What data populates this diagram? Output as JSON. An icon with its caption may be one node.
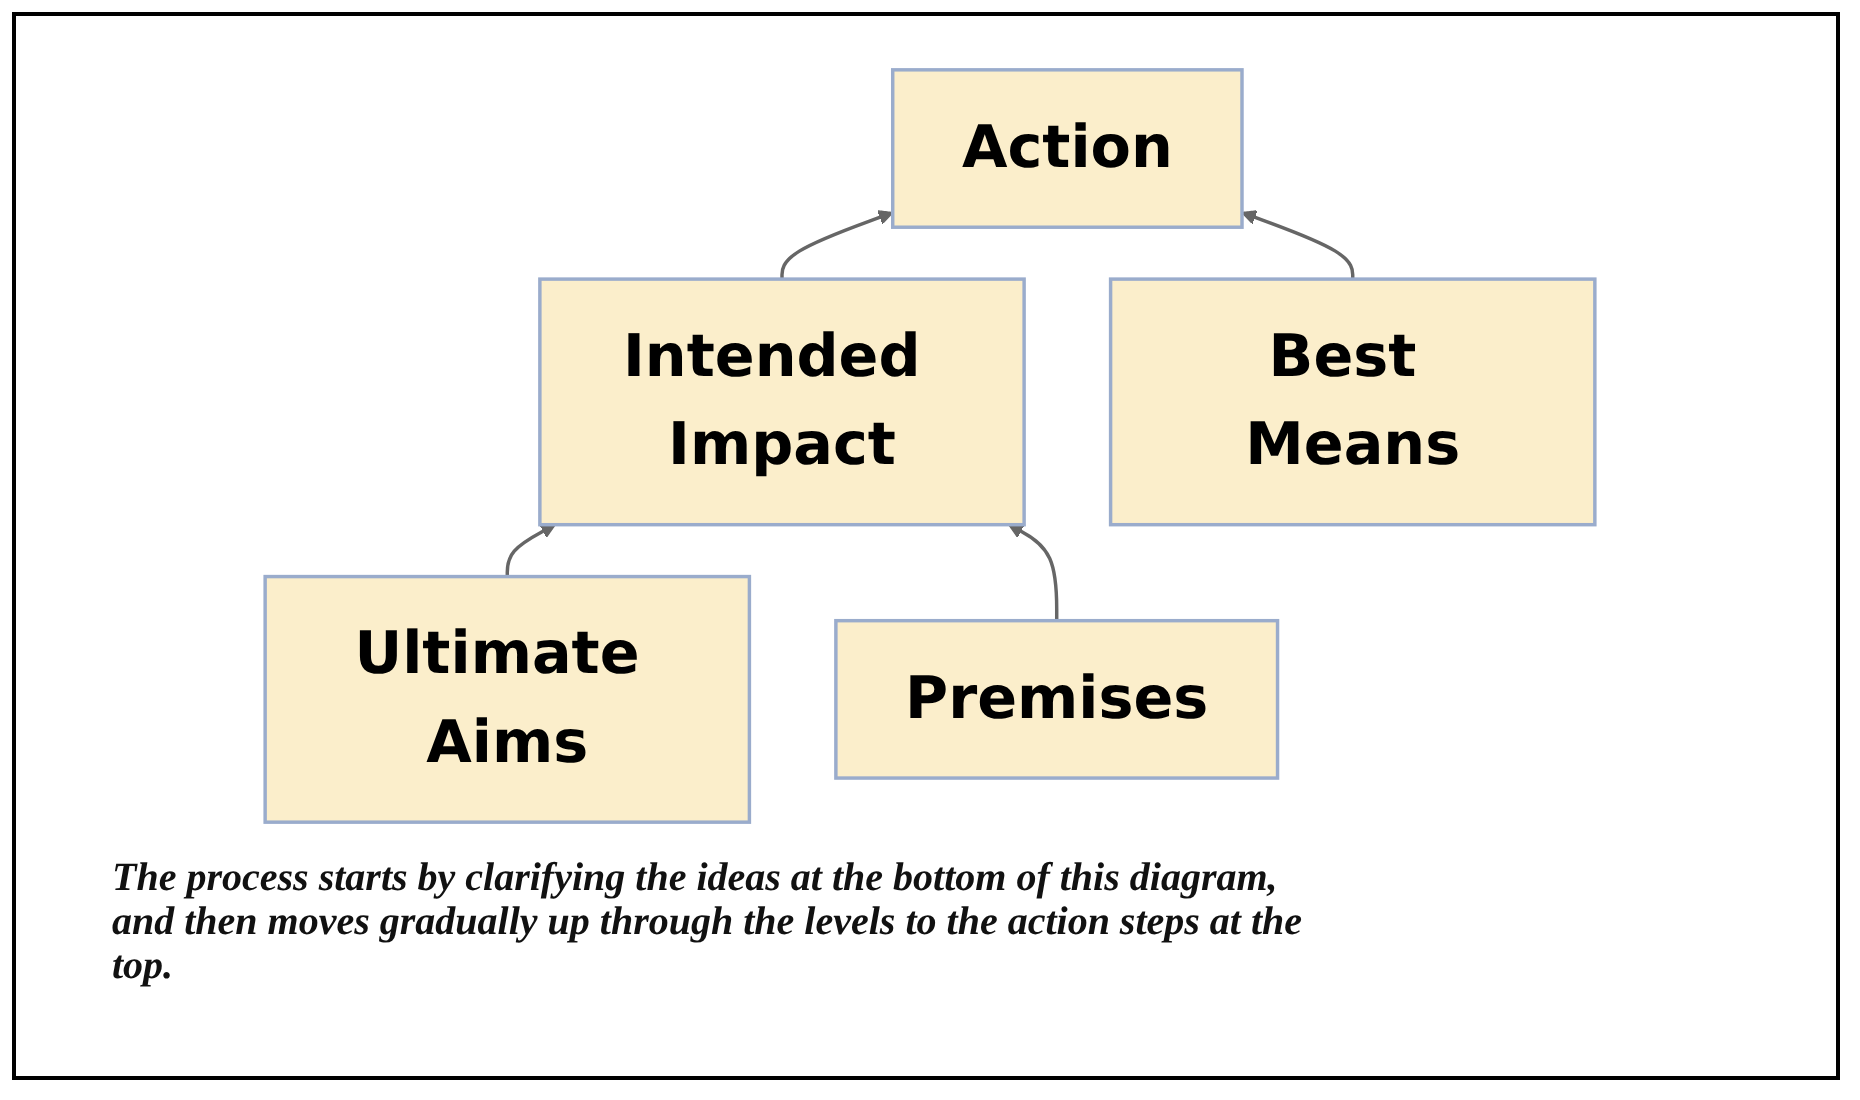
{
  "diagram": {
    "nodes": [
      {
        "text": [
          "Action"
        ]
      },
      {
        "text": [
          "Intended Impact"
        ]
      },
      {
        "text": [
          "Best Means"
        ]
      },
      {
        "text": [
          "Ultimate Aims"
        ]
      },
      {
        "text": [
          "Premises"
        ]
      }
    ],
    "edges": [
      {
        "from": 1,
        "to": 0,
        "arrow": "to"
      },
      {
        "from": 2,
        "to": 0,
        "arrow": "to"
      },
      {
        "from": 3,
        "to": 1,
        "arrow": "to"
      },
      {
        "from": 4,
        "to": 1,
        "arrow": "to"
      }
    ],
    "caption": "The process starts by clarifying the ideas at the bottom of this diagram, and then moves gradually up through the levels to the action steps at the top."
  }
}
